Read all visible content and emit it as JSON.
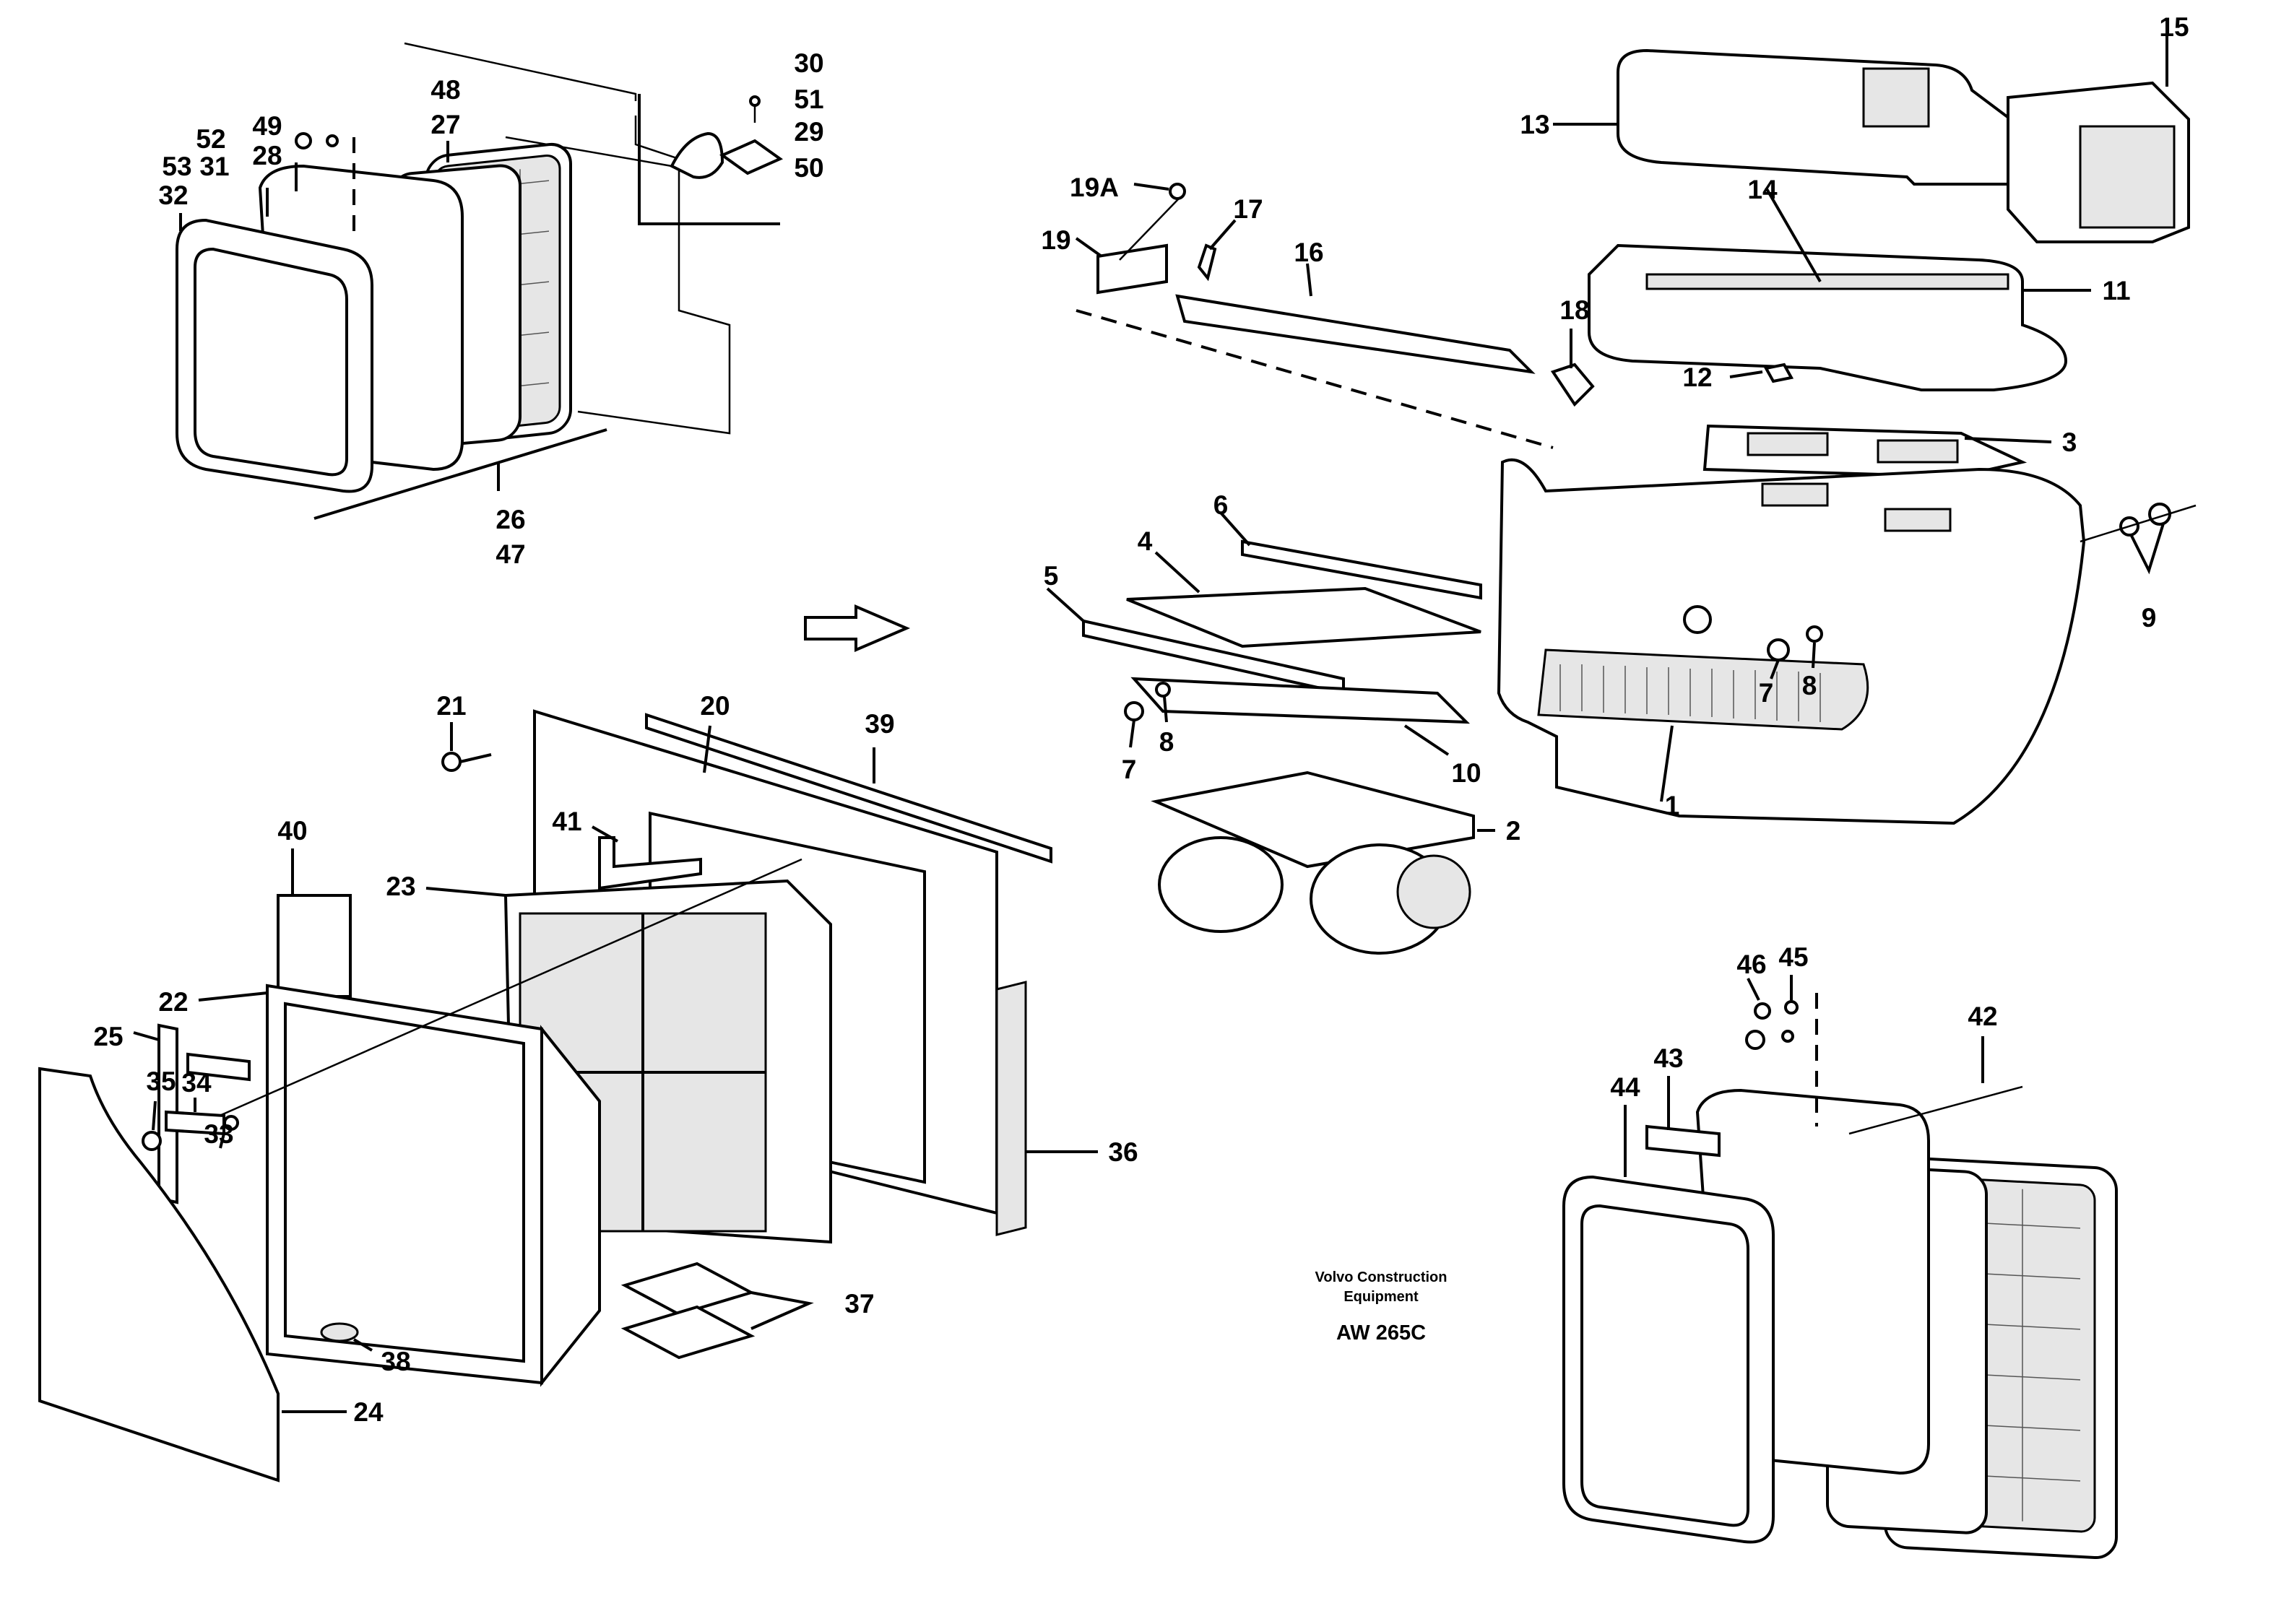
{
  "caption": {
    "line1": "Volvo Construction",
    "line2": "Equipment",
    "code": "AW 265C"
  },
  "labels": {
    "p1": "1",
    "p2": "2",
    "p3": "3",
    "p4": "4",
    "p5": "5",
    "p6": "6",
    "p7a": "7",
    "p7b": "7",
    "p8a": "8",
    "p8b": "8",
    "p9": "9",
    "p10": "10",
    "p11": "11",
    "p12": "12",
    "p13": "13",
    "p14": "14",
    "p15": "15",
    "p16": "16",
    "p17": "17",
    "p18": "18",
    "p19": "19",
    "p19a": "19A",
    "p20": "20",
    "p21": "21",
    "p22": "22",
    "p23": "23",
    "p24": "24",
    "p25": "25",
    "p26": "26",
    "p27": "27",
    "p28": "28",
    "p29": "29",
    "p30": "30",
    "p31": "31",
    "p32": "32",
    "p33": "33",
    "p34": "34",
    "p35": "35",
    "p36": "36",
    "p37": "37",
    "p38": "38",
    "p39": "39",
    "p40": "40",
    "p41": "41",
    "p42": "42",
    "p43": "43",
    "p44": "44",
    "p45": "45",
    "p46": "46",
    "p47": "47",
    "p48": "48",
    "p49": "49",
    "p50": "50",
    "p51": "51",
    "p52": "52",
    "p53": "53"
  }
}
